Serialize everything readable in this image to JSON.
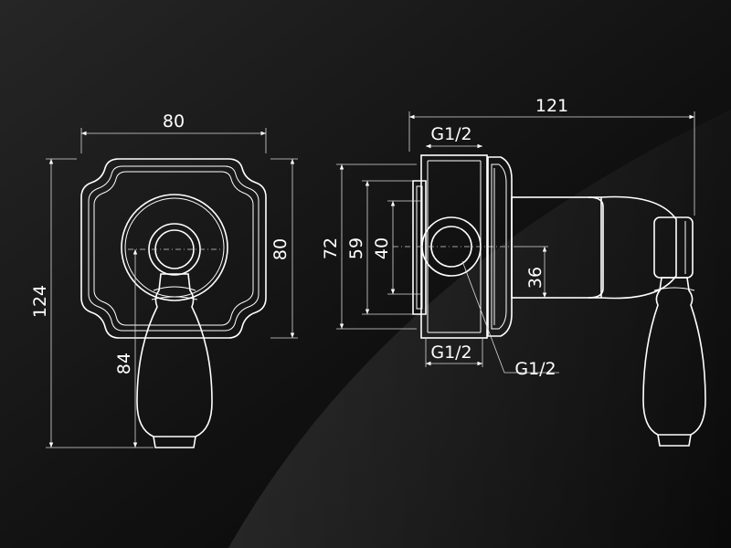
{
  "colors": {
    "background": "#141414",
    "line": "#ffffff"
  },
  "front_view": {
    "width": "80",
    "height_plate": "80",
    "height_total": "124",
    "handle_length": "84"
  },
  "side_view": {
    "depth_total": "121",
    "thread_top": "G1/2",
    "thread_bottom": "G1/2",
    "thread_center": "G1/2",
    "height_72": "72",
    "height_59": "59",
    "height_40": "40",
    "offset_36": "36"
  }
}
